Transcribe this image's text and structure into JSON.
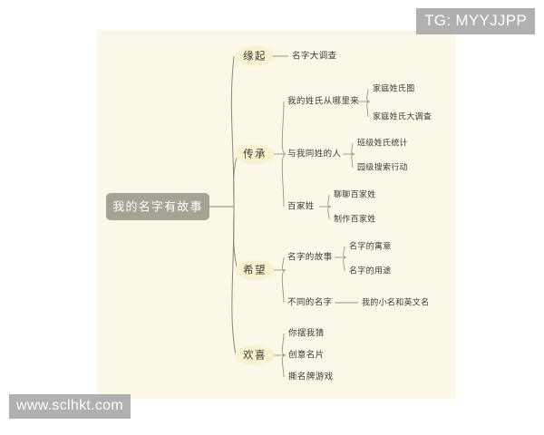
{
  "canvas": {
    "background_color": "#fbf7e9",
    "page_background": "#ffffff"
  },
  "watermarks": {
    "top_right": "TG: MYYJJPP",
    "bottom_left": "www.sclhkt.com",
    "badge_color": "#b0b0b0",
    "badge_text_color": "#ffffff"
  },
  "mindmap": {
    "root": {
      "label": "我的名字有故事",
      "fill_color": "#a6a395",
      "text_color": "#ffffff"
    },
    "highlight_color": "#f7f3d0",
    "line_color": "#8c8779",
    "text_color": "#3c3a33",
    "branches": [
      {
        "label": "缘起",
        "children": [
          {
            "label": "名字大调查",
            "children": []
          }
        ]
      },
      {
        "label": "传承",
        "children": [
          {
            "label": "我的姓氏从哪里来",
            "children": [
              {
                "label": "家庭姓氏图"
              },
              {
                "label": "家庭姓氏大调查"
              }
            ]
          },
          {
            "label": "与我同姓的人",
            "children": [
              {
                "label": "班级姓氏统计"
              },
              {
                "label": "园级搜索行动"
              }
            ]
          },
          {
            "label": "百家姓",
            "children": [
              {
                "label": "聊聊百家姓"
              },
              {
                "label": "制作百家姓"
              }
            ]
          }
        ]
      },
      {
        "label": "希望",
        "children": [
          {
            "label": "名字的故事",
            "children": [
              {
                "label": "名字的寓意"
              },
              {
                "label": "名字的用途"
              }
            ]
          },
          {
            "label": "不同的名字",
            "children": [
              {
                "label": "我的小名和英文名"
              }
            ]
          }
        ]
      },
      {
        "label": "欢喜",
        "children": [
          {
            "label": "你摆我猜",
            "children": []
          },
          {
            "label": "创意名片",
            "children": []
          },
          {
            "label": "撕名牌游戏",
            "children": []
          }
        ]
      }
    ]
  }
}
